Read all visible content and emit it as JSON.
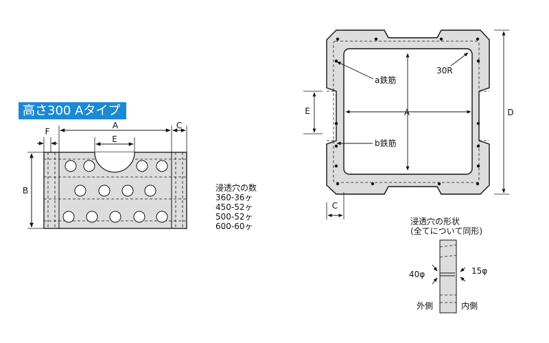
{
  "title": "高さ300 Aタイプ",
  "front_view": {
    "dim_a": "A",
    "dim_b": "B",
    "dim_c": "C",
    "dim_e": "E",
    "dim_f": "F"
  },
  "plan_view": {
    "dim_a": "A",
    "dim_c": "C",
    "dim_d": "D",
    "dim_e": "E",
    "label_a_rebar": "a鉄筋",
    "label_b_rebar": "b鉄筋",
    "label_radius": "30R"
  },
  "hole_count_table": {
    "heading": "浸透穴の数",
    "rows": [
      "360-36ヶ",
      "450-52ヶ",
      "500-52ヶ",
      "600-60ヶ"
    ]
  },
  "hole_shape": {
    "heading": "浸透穴の形状",
    "subheading": "(全てについて同形)",
    "outer_diameter": "40φ",
    "inner_diameter": "15φ",
    "outer_side": "外側",
    "inner_side": "内側"
  }
}
